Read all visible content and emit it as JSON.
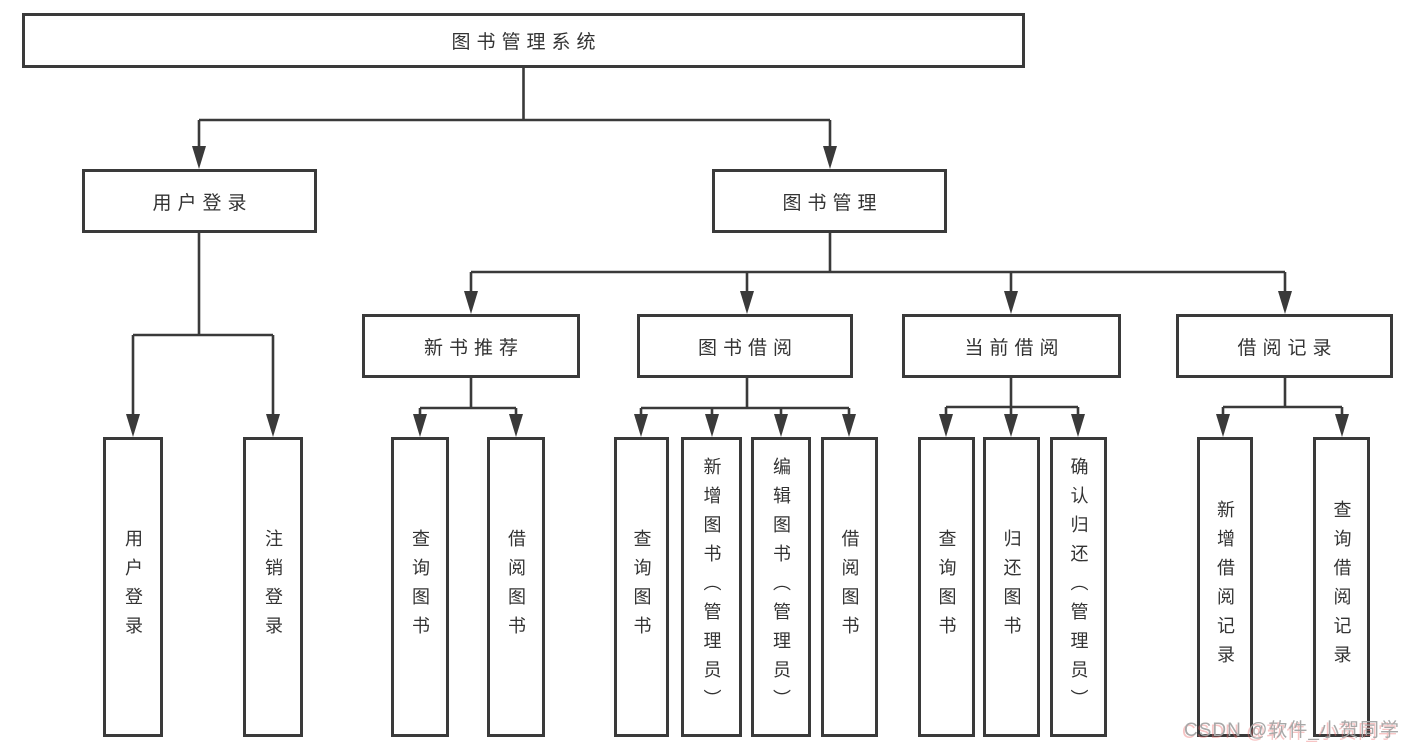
{
  "diagram": {
    "root": {
      "label": "图书管理系统"
    },
    "branches": [
      {
        "label": "用户登录",
        "children": [
          {
            "label": "用户登录"
          },
          {
            "label": "注销登录"
          }
        ]
      },
      {
        "label": "图书管理",
        "children": [
          {
            "label": "新书推荐",
            "children": [
              {
                "label": "查询图书"
              },
              {
                "label": "借阅图书"
              }
            ]
          },
          {
            "label": "图书借阅",
            "children": [
              {
                "label": "查询图书"
              },
              {
                "label": "新增图书（管理员）"
              },
              {
                "label": "编辑图书（管理员）"
              },
              {
                "label": "借阅图书"
              }
            ]
          },
          {
            "label": "当前借阅",
            "children": [
              {
                "label": "查询图书"
              },
              {
                "label": "归还图书"
              },
              {
                "label": "确认归还（管理员）"
              }
            ]
          },
          {
            "label": "借阅记录",
            "children": [
              {
                "label": "新增借阅记录"
              },
              {
                "label": "查询借阅记录"
              }
            ]
          }
        ]
      }
    ]
  },
  "watermark": {
    "text": "CSDN @软件_小贺同学"
  },
  "colors": {
    "line": "#3a3a3a",
    "text": "#333333",
    "background": "#ffffff",
    "watermark": "#a8a8a8"
  }
}
